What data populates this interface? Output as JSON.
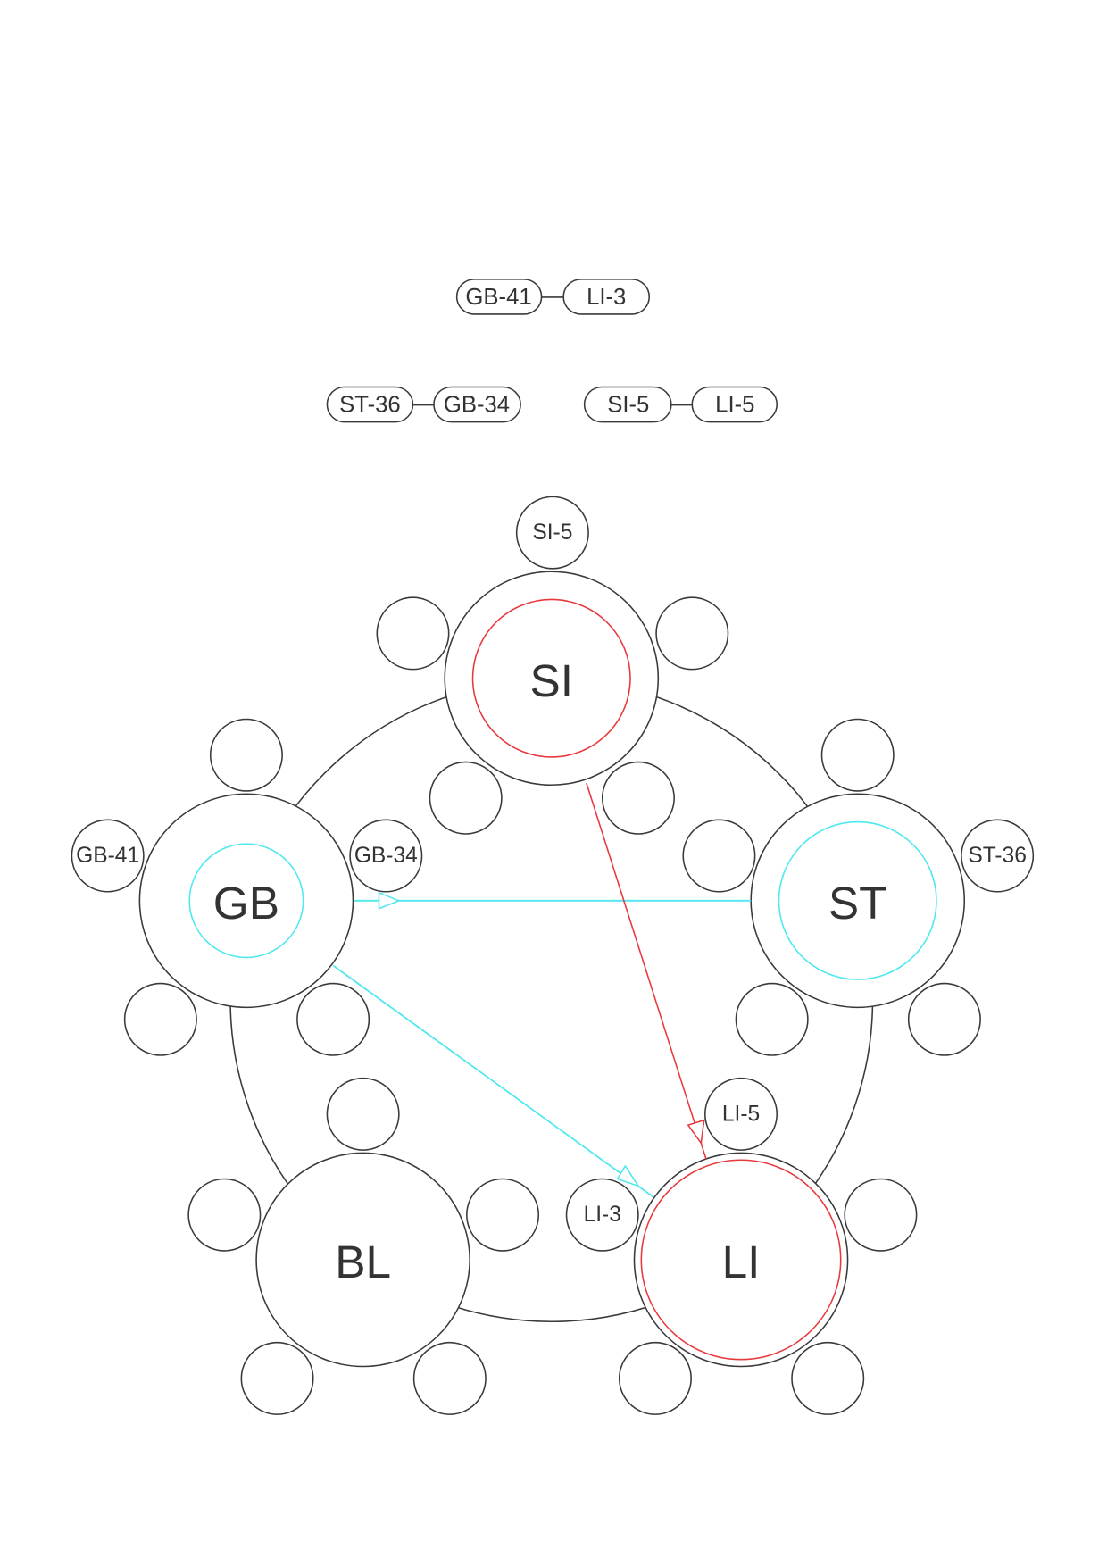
{
  "colors": {
    "red": "#e8393d",
    "cyan": "#4ee8ef",
    "line": "#3a3a3a"
  },
  "pairs": [
    {
      "a": "GB-41",
      "b": "LI-3"
    },
    {
      "a": "ST-36",
      "b": "GB-34"
    },
    {
      "a": "SI-5",
      "b": "LI-5"
    }
  ],
  "nodes": {
    "si": {
      "label": "SI",
      "ring": "red"
    },
    "st": {
      "label": "ST",
      "ring": "cyan"
    },
    "li": {
      "label": "LI",
      "ring": "red"
    },
    "bl": {
      "label": "BL",
      "ring": "none"
    },
    "gb": {
      "label": "GB",
      "ring": "cyan"
    }
  },
  "points": {
    "si_5": "SI-5",
    "gb_41": "GB-41",
    "gb_34": "GB-34",
    "st_36": "ST-36",
    "li_5": "LI-5",
    "li_3": "LI-3"
  },
  "arrows": [
    {
      "from": "ST",
      "to": "GB",
      "color": "cyan"
    },
    {
      "from": "GB",
      "to": "LI",
      "color": "cyan"
    },
    {
      "from": "SI",
      "to": "LI",
      "color": "red"
    }
  ]
}
